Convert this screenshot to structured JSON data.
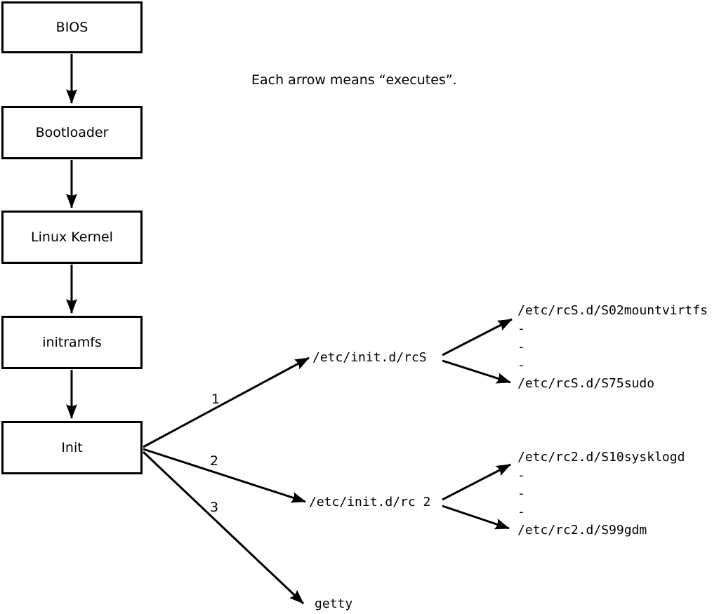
{
  "caption": "Each arrow means “executes”.",
  "chain": [
    {
      "label": "BIOS"
    },
    {
      "label": "Bootloader"
    },
    {
      "label": "Linux Kernel"
    },
    {
      "label": "initramfs"
    },
    {
      "label": "Init"
    }
  ],
  "branches": [
    {
      "number": "1",
      "target": "/etc/init.d/rcS"
    },
    {
      "number": "2",
      "target": "/etc/init.d/rc 2"
    },
    {
      "number": "3",
      "target": "getty"
    }
  ],
  "rcS_scripts": {
    "first": "/etc/rcS.d/S02mountvirtfs",
    "ellipsis": [
      "-",
      "-",
      "-"
    ],
    "last": "/etc/rcS.d/S75sudo"
  },
  "rc2_scripts": {
    "first": "/etc/rc2.d/S10sysklogd",
    "ellipsis": [
      "-",
      "-",
      "-"
    ],
    "last": "/etc/rc2.d/S99gdm"
  },
  "colors": {
    "ink": "#000000",
    "paper": "#ffffff"
  }
}
